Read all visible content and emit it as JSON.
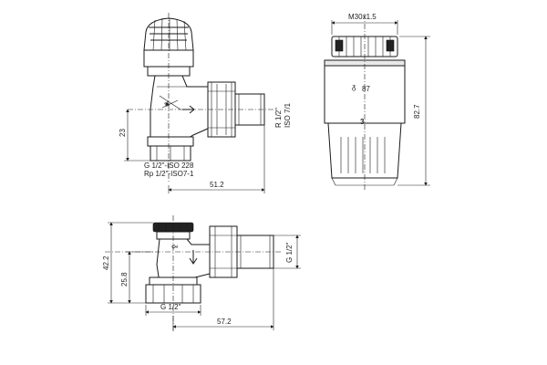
{
  "views": {
    "front": {
      "dim_height": "23",
      "dim_width": "51.2",
      "label_side": "R 1/2\"",
      "label_side_std": "ISO 7/1",
      "label_inlet": "G 1/2\"-ISO 228",
      "label_inlet_rp": "Rp 1/2\"-ISO7-1"
    },
    "side": {
      "dim_thread": "M30x1.5",
      "dim_height": "82.7",
      "cap_marking": "3"
    },
    "bottom": {
      "dim_total_height": "42.2",
      "dim_lower_height": "25.8",
      "dim_width": "57.2",
      "label_inlet": "G 1/2\"",
      "label_outlet": "G 1/2\""
    }
  }
}
